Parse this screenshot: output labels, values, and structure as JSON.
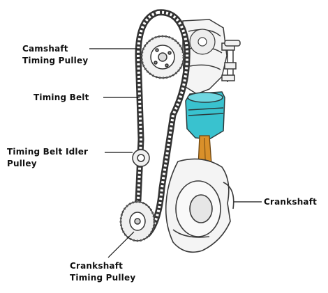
{
  "labels": {
    "camshaft": [
      "Camshaft",
      "Timing Pulley"
    ],
    "timing_belt": [
      "Timing Belt"
    ],
    "idler": [
      "Timing Belt Idler",
      "Pulley"
    ],
    "crankshaft": [
      "Crankshaft"
    ],
    "crank_pulley": [
      "Crankshaft",
      "Timing Pulley"
    ]
  },
  "colors": {
    "outline": "#3a3a3a",
    "piston": "#39c2cf",
    "rod": "#d9902a",
    "background": "#ffffff"
  }
}
